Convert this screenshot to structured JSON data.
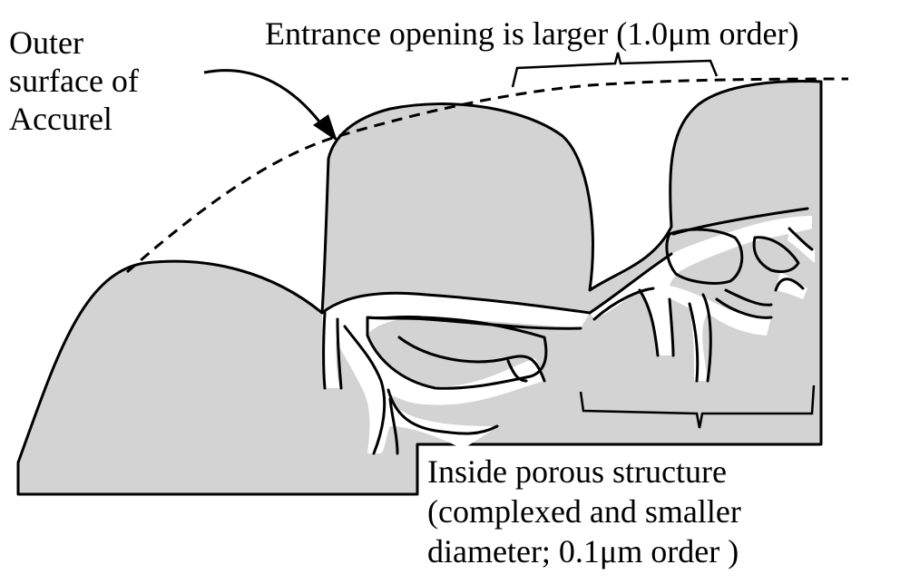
{
  "figure": {
    "labels": {
      "outer_surface": [
        "Outer",
        "surface of",
        "Accurel"
      ],
      "entrance": "Entrance opening is larger (1.0μm order)",
      "inside": [
        "Inside porous structure",
        "(complexed and smaller",
        "diameter; 0.1μm order )"
      ]
    },
    "colors": {
      "solid_fill": "#d3d3d3",
      "outline": "#000000",
      "channel": "#ffffff"
    }
  }
}
